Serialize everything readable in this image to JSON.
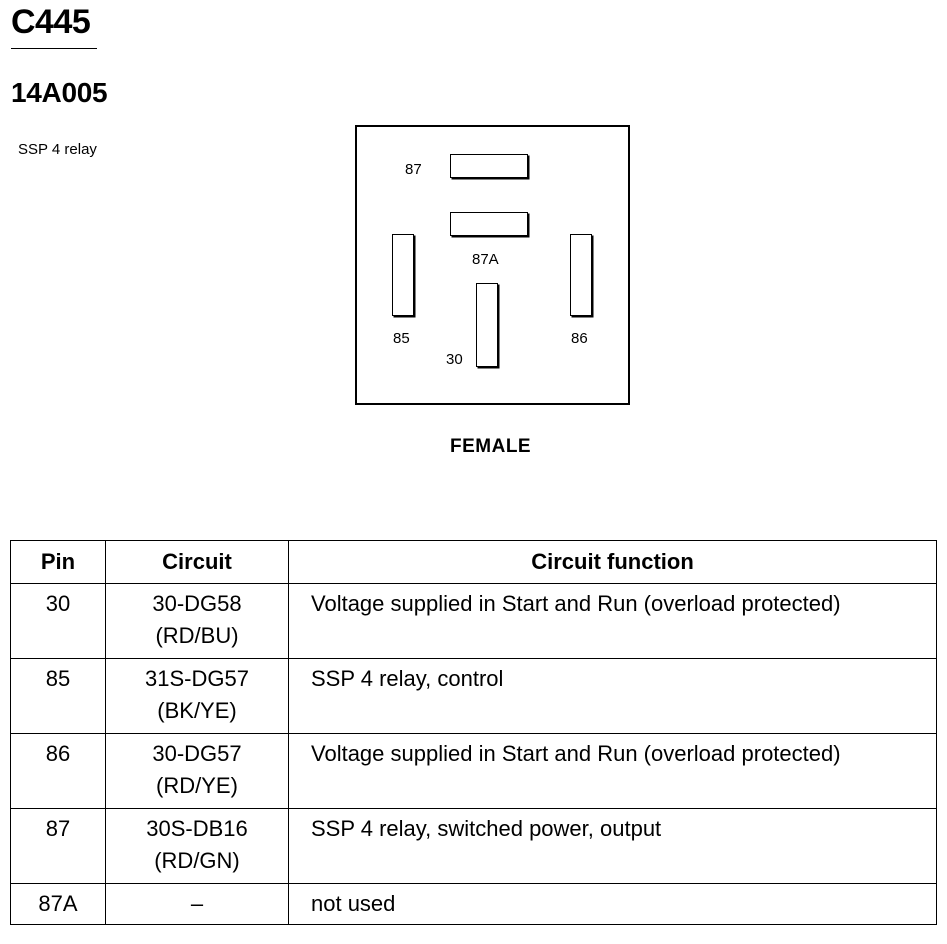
{
  "header": {
    "connector_id": "C445",
    "part_number": "14A005",
    "description": "SSP 4 relay"
  },
  "face_view": {
    "labels": {
      "pin_87": "87",
      "pin_87a": "87A",
      "pin_85": "85",
      "pin_86": "86",
      "pin_30": "30"
    },
    "gender": "FEMALE"
  },
  "table": {
    "headers": {
      "pin": "Pin",
      "circuit": "Circuit",
      "function": "Circuit function"
    },
    "rows": [
      {
        "pin": "30",
        "circuit": "30-DG58",
        "wire_color": "(RD/BU)",
        "function": "Voltage supplied in Start and Run (overload protected)"
      },
      {
        "pin": "85",
        "circuit": "31S-DG57",
        "wire_color": "(BK/YE)",
        "function": "SSP 4 relay, control"
      },
      {
        "pin": "86",
        "circuit": "30-DG57",
        "wire_color": "(RD/YE)",
        "function": "Voltage supplied in Start and Run (overload protected)"
      },
      {
        "pin": "87",
        "circuit": "30S-DB16",
        "wire_color": "(RD/GN)",
        "function": "SSP 4 relay, switched power, output"
      },
      {
        "pin": "87A",
        "circuit": "–",
        "wire_color": "",
        "function": "not used"
      }
    ]
  }
}
